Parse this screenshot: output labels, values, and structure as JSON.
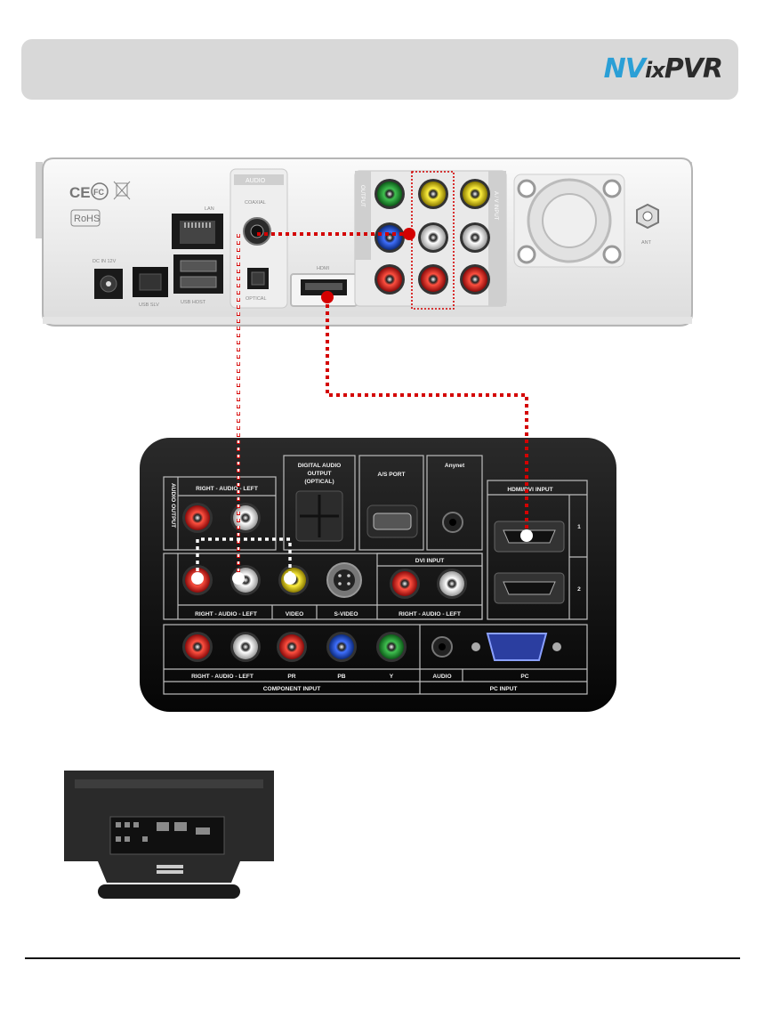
{
  "brand": {
    "logo_nv": "NV",
    "logo_ix": "ix",
    "logo_pvr": "PVR"
  },
  "device": {
    "certs": [
      "CE",
      "FC",
      "RoHS"
    ],
    "ports": {
      "lan": "LAN",
      "audio_group": "AUDIO",
      "coaxial": "COAXIAL",
      "optical": "OPTICAL",
      "hdmi": "HDMI",
      "dc_in": "DC IN 12V",
      "usb_slave": "USB SLV",
      "usb_host": "USB HOST",
      "output": "OUTPUT",
      "av_input": "A / V INPUT",
      "ant": "ANT"
    }
  },
  "tv_panel": {
    "digital_audio": [
      "DIGITAL AUDIO",
      "OUTPUT",
      "(OPTICAL)"
    ],
    "as_port": "A/S PORT",
    "anynet": "Anynet",
    "hdmi_dvi_input": "HDMI/DVI INPUT",
    "hdmi_num_1": "1",
    "hdmi_num_2": "2",
    "audio_output": "AUDIO OUTPUT",
    "right_audio_left": "RIGHT - AUDIO - LEFT",
    "dvi_input": "DVI INPUT",
    "video": "VIDEO",
    "s_video": "S-VIDEO",
    "pr": "PR",
    "pb": "PB",
    "y": "Y",
    "audio": "AUDIO",
    "pc": "PC",
    "component_input": "COMPONENT INPUT",
    "pc_input": "PC INPUT"
  },
  "colors": {
    "cable": "#d40000",
    "cable_white": "#ffffff",
    "panel": "#111111",
    "rca_red": "#d42020",
    "rca_white": "#eeeeee",
    "rca_yellow": "#e8d800",
    "rca_green": "#2a9a3a",
    "rca_blue": "#1c4fc0"
  }
}
